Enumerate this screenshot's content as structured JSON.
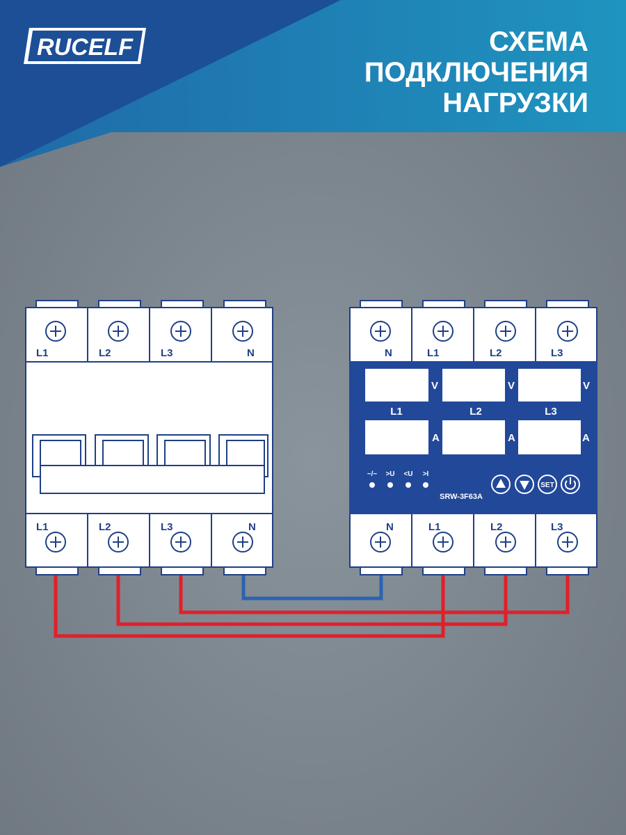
{
  "brand": {
    "logo_text": "RUCELF"
  },
  "header": {
    "title_lines": [
      "СХЕМА",
      "ПОДКЛЮЧЕНИЯ",
      "НАГРУЗКИ"
    ]
  },
  "colors": {
    "header_blue": "#1c4f96",
    "header_teal": "#1f92bd",
    "background_gray": "#7d8790",
    "device_outline": "#1f3f86",
    "relay_panel": "#22489a",
    "phase_wire": "#e0202a",
    "neutral_wire": "#2c63b0"
  },
  "breaker": {
    "top_terminals": [
      "L1",
      "L2",
      "L3",
      "N"
    ],
    "bottom_terminals": [
      "L1",
      "L2",
      "L3",
      "N"
    ]
  },
  "relay": {
    "model": "SRW-3F63A",
    "top_terminals": [
      "N",
      "L1",
      "L2",
      "L3"
    ],
    "bottom_terminals": [
      "N",
      "L1",
      "L2",
      "L3"
    ],
    "phase_labels": [
      "L1",
      "L2",
      "L3"
    ],
    "voltage_unit": "V",
    "current_unit": "A",
    "indicators": [
      "~/~",
      ">U",
      "<U",
      ">I"
    ],
    "set_button_label": "SET"
  },
  "wiring": [
    {
      "from": "breaker.L1",
      "to": "relay.L1",
      "wire": "phase"
    },
    {
      "from": "breaker.L2",
      "to": "relay.L2",
      "wire": "phase"
    },
    {
      "from": "breaker.L3",
      "to": "relay.L3",
      "wire": "phase"
    },
    {
      "from": "breaker.N",
      "to": "relay.N",
      "wire": "neutral"
    }
  ]
}
